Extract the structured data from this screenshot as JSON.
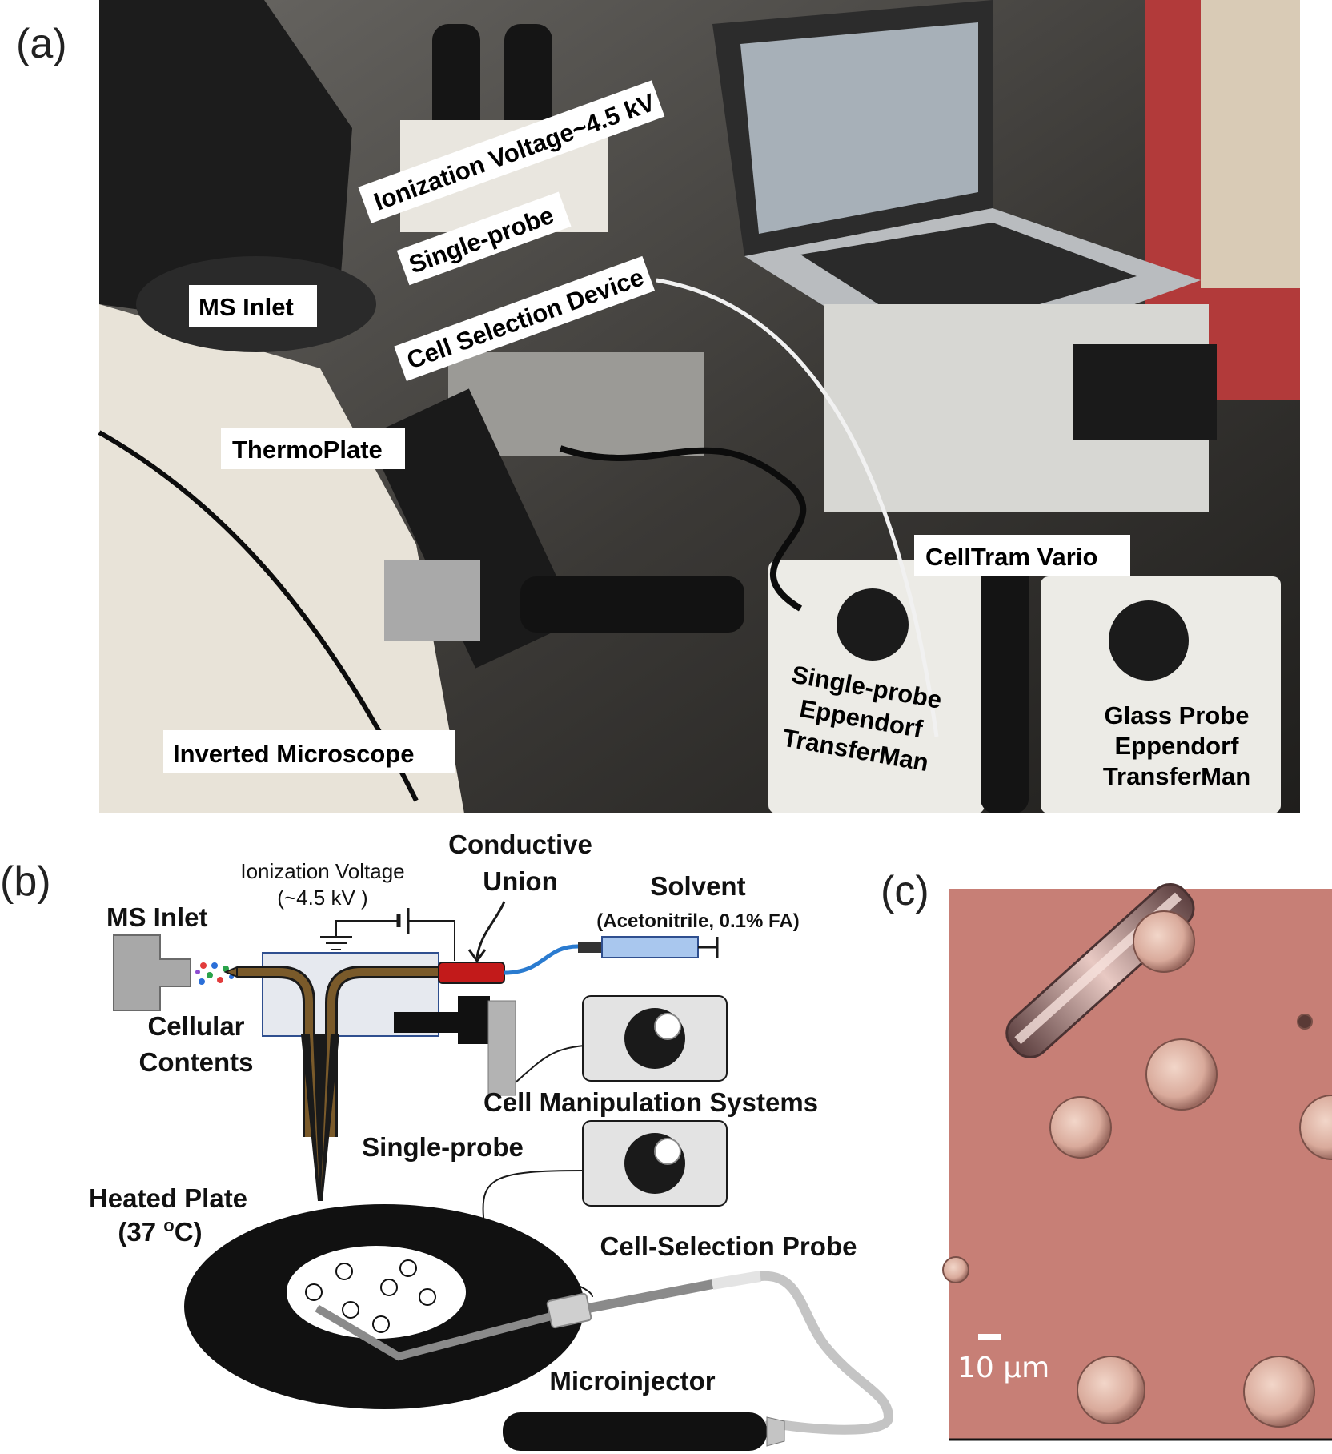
{
  "panels": {
    "a": "(a)",
    "b": "(b)",
    "c": "(c)"
  },
  "photo_a": {
    "labels": {
      "ionization_voltage": "Ionization Voltage~4.5 kV",
      "single_probe": "Single-probe",
      "cell_selection_device": "Cell Selection Device",
      "ms_inlet": "MS Inlet",
      "thermoplate": "ThermoPlate",
      "celltram_vario": "CellTram Vario",
      "single_probe_transferman": [
        "Single-probe",
        "Eppendorf",
        "TransferMan"
      ],
      "glass_probe_transferman": [
        "Glass Probe",
        "Eppendorf",
        "TransferMan"
      ],
      "inverted_microscope": "Inverted Microscope"
    }
  },
  "schematic_b": {
    "ms_inlet": "MS Inlet",
    "ionization_voltage": "Ionization Voltage",
    "ionization_voltage_value": "(~4.5 kV )",
    "conductive_union": [
      "Conductive",
      "Union"
    ],
    "solvent": "Solvent",
    "solvent_detail": "(Acetonitrile, 0.1% FA)",
    "cellular_contents": [
      "Cellular",
      "Contents"
    ],
    "cell_manipulation_systems": "Cell Manipulation Systems",
    "single_probe": "Single-probe",
    "heated_plate": "Heated Plate",
    "heated_plate_temp": "(37 ",
    "heated_plate_temp_sup": "o",
    "heated_plate_temp_unit": "C)",
    "cell_selection_probe": "Cell-Selection Probe",
    "microinjector": "Microinjector"
  },
  "micrograph_c": {
    "scale_bar": "10 μm"
  },
  "colors": {
    "photo_background": "#3a3836",
    "micrograph_background": "#c77f76",
    "capillary_brown": "#7a5a2a",
    "union_red": "#c21a1a",
    "solvent_line_blue": "#2a7bd0",
    "syringe_blue": "#a9c7ee",
    "chamber_fill": "#e6e9ef",
    "plate_black": "#111111"
  }
}
